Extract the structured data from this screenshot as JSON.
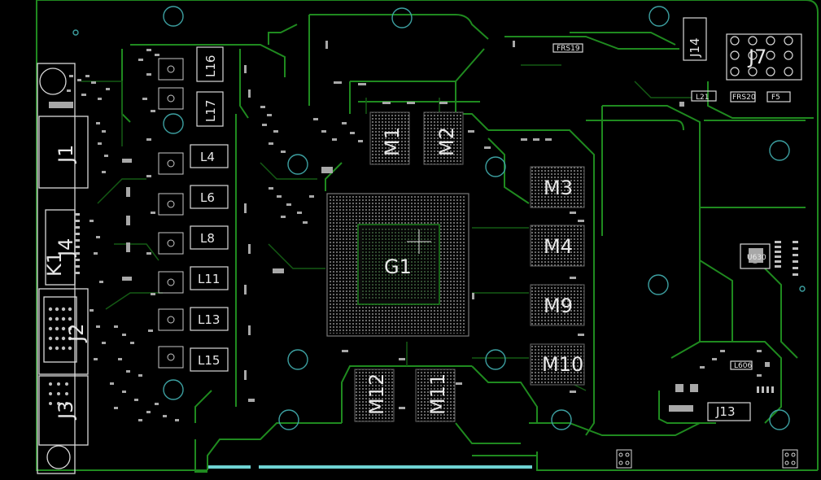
{
  "designators": {
    "G1": "G1",
    "M1": "M1",
    "M2": "M2",
    "M3": "M3",
    "M4": "M4",
    "M9": "M9",
    "M10": "M10",
    "M11": "M11",
    "M12": "M12",
    "J1": "J1",
    "J2": "J2",
    "J3": "J3",
    "J4": "J4",
    "J7": "J7",
    "J13": "J13",
    "J14": "J14",
    "K1": "K1",
    "L4": "L4",
    "L6": "L6",
    "L8": "L8",
    "L11": "L11",
    "L13": "L13",
    "L15": "L15",
    "L16": "L16",
    "L17": "L17",
    "L21": "L21",
    "U630": "U630",
    "FRS19": "FRS19",
    "FRS20": "FRS20",
    "F5": "F5",
    "L606": "L606"
  },
  "colors": {
    "background": "#000000",
    "trace": "#1f8a1f",
    "trace_dim": "#145a14",
    "silkscreen": "#e6e6e6",
    "pad": "#bfbfbf",
    "edge_connector": "#6fd3d3"
  }
}
